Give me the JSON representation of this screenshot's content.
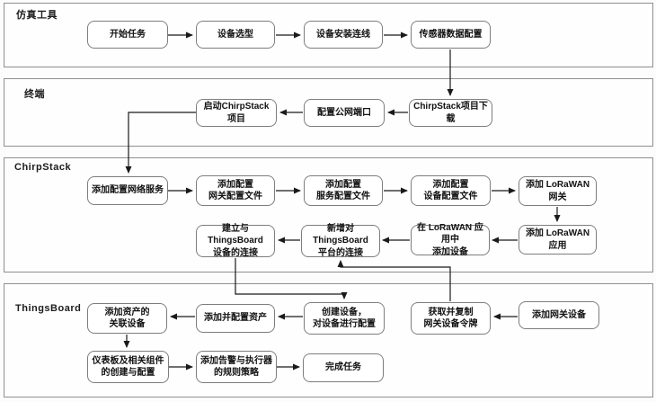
{
  "diagram": {
    "type": "flowchart",
    "lanes": [
      {
        "label": "仿真工具",
        "nodes": [
          {
            "label": "开始任务"
          },
          {
            "label": "设备选型"
          },
          {
            "label": "设备安装连线"
          },
          {
            "label": "传感器数据配置"
          }
        ]
      },
      {
        "label": "终端",
        "nodes": [
          {
            "label": "启动ChirpStack项目"
          },
          {
            "label": "配置公网端口"
          },
          {
            "label": "ChirpStack项目下载"
          }
        ]
      },
      {
        "label": "ChirpStack",
        "nodes": [
          {
            "label": "添加配置网络服务"
          },
          {
            "label": "添加配置\n网关配置文件"
          },
          {
            "label": "添加配置\n服务配置文件"
          },
          {
            "label": "添加配置\n设备配置文件"
          },
          {
            "label": "添加 LoRaWAN 网关"
          },
          {
            "label": "添加 LoRaWAN 应用"
          },
          {
            "label": "在 LoRaWAN 应用中\n添加设备"
          },
          {
            "label": "新增对ThingsBoard\n平台的连接"
          },
          {
            "label": "建立与ThingsBoard\n设备的连接"
          }
        ]
      },
      {
        "label": "ThingsBoard",
        "nodes": [
          {
            "label": "添加资产的\n关联设备"
          },
          {
            "label": "添加并配置资产"
          },
          {
            "label": "创建设备，\n对设备进行配置"
          },
          {
            "label": "获取并复制\n网关设备令牌"
          },
          {
            "label": "添加网关设备"
          },
          {
            "label": "仪表板及相关组件\n的创建与配置"
          },
          {
            "label": "添加告警与执行器\n的规则策略"
          },
          {
            "label": "完成任务"
          }
        ]
      }
    ],
    "edges": [
      {
        "from": "开始任务",
        "to": "设备选型"
      },
      {
        "from": "设备选型",
        "to": "设备安装连线"
      },
      {
        "from": "设备安装连线",
        "to": "传感器数据配置"
      },
      {
        "from": "传感器数据配置",
        "to": "ChirpStack项目下载"
      },
      {
        "from": "ChirpStack项目下载",
        "to": "配置公网端口"
      },
      {
        "from": "配置公网端口",
        "to": "启动ChirpStack项目"
      },
      {
        "from": "启动ChirpStack项目",
        "to": "添加配置网络服务"
      },
      {
        "from": "添加配置网络服务",
        "to": "添加配置网关配置文件"
      },
      {
        "from": "添加配置网关配置文件",
        "to": "添加配置服务配置文件"
      },
      {
        "from": "添加配置服务配置文件",
        "to": "添加配置设备配置文件"
      },
      {
        "from": "添加配置设备配置文件",
        "to": "添加 LoRaWAN 网关"
      },
      {
        "from": "添加 LoRaWAN 网关",
        "to": "添加 LoRaWAN 应用"
      },
      {
        "from": "添加 LoRaWAN 应用",
        "to": "在 LoRaWAN 应用中添加设备"
      },
      {
        "from": "在 LoRaWAN 应用中添加设备",
        "to": "新增对ThingsBoard平台的连接"
      },
      {
        "from": "新增对ThingsBoard平台的连接",
        "to": "建立与ThingsBoard设备的连接"
      },
      {
        "from": "建立与ThingsBoard设备的连接",
        "to": "创建设备，对设备进行配置"
      },
      {
        "from": "添加网关设备",
        "to": "获取并复制网关设备令牌"
      },
      {
        "from": "获取并复制网关设备令牌",
        "to": "新增对ThingsBoard平台的连接"
      },
      {
        "from": "创建设备，对设备进行配置",
        "to": "添加并配置资产"
      },
      {
        "from": "添加并配置资产",
        "to": "添加资产的关联设备"
      },
      {
        "from": "添加资产的关联设备",
        "to": "仪表板及相关组件的创建与配置"
      },
      {
        "from": "仪表板及相关组件的创建与配置",
        "to": "添加告警与执行器的规则策略"
      },
      {
        "from": "添加告警与执行器的规则策略",
        "to": "完成任务"
      }
    ],
    "colors": {
      "lane_border": "#8f8f8f",
      "box_border": "#7d7d7d",
      "box_fill": "#ffffff",
      "arrow": "#1a1a1a",
      "text": "#111111"
    }
  }
}
